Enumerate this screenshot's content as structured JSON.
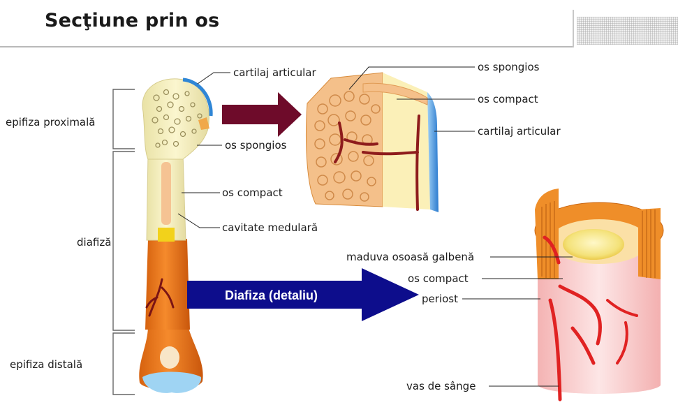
{
  "title": "Secţiune prin os",
  "labels": {
    "epifiza_proximala": "epifiza proximală",
    "diafiza": "diafiză",
    "epifiza_distala": "epifiza distală",
    "cartilaj_articular_bone": "cartilaj articular",
    "os_spongios_bone": "os spongios",
    "os_compact_bone": "os compact",
    "cavitate_medulara": "cavitate medulară",
    "os_spongios_detail": "os spongios",
    "os_compact_detail": "os compact",
    "cartilaj_articular_detail": "cartilaj articular",
    "maduva": "maduva osoasă galbenă",
    "os_compact_diafiza": "os compact",
    "periost": "periost",
    "vas_de_sange": "vas de sânge"
  },
  "arrow_label": "Diafiza (detaliu)",
  "colors": {
    "bone": "#f6f0bf",
    "periosteum": "#ec7a1e",
    "cartilage": "#3d8fd9",
    "vessel": "#8e1c1c",
    "arrow_blue": "#0d0d8c",
    "arrow_maroon": "#6e0b2a",
    "marrow_yellow": "#f4df6a"
  }
}
